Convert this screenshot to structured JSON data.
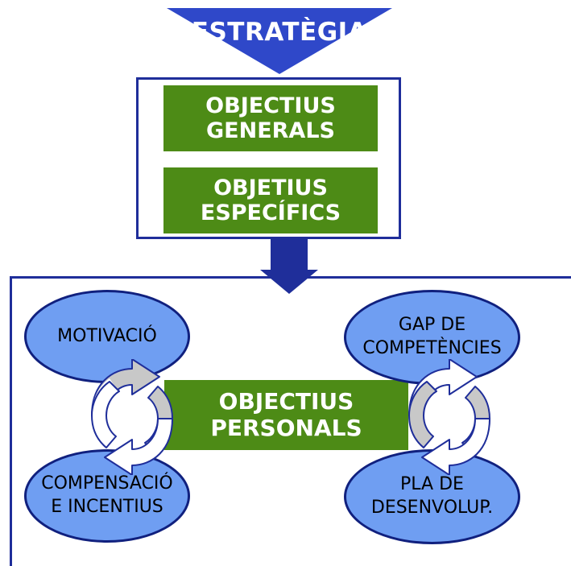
{
  "diagram": {
    "top_label": "ESTRATÈGIA",
    "general_objectives": [
      "OBJECTIUS",
      "GENERALS"
    ],
    "specific_objectives": [
      "OBJETIUS",
      "ESPECÍFICS"
    ],
    "personal_objectives": [
      "OBJECTIUS",
      "PERSONALS"
    ],
    "motivation": [
      "MOTIVACIÓ"
    ],
    "compensation": [
      "COMPENSACIÓ",
      "E INCENTIUS"
    ],
    "competency_gap": [
      "GAP DE",
      "COMPETÈNCIES"
    ],
    "development_plan": [
      "PLA DE",
      "DESENVOLUP."
    ]
  },
  "colors": {
    "navy": "#1f2e9a",
    "triangle_blue": "#2f48c9",
    "green": "#4d8b16",
    "ellipse_blue": "#6f9ef2",
    "cycle_arrow_shade": "#c8c8c8"
  }
}
